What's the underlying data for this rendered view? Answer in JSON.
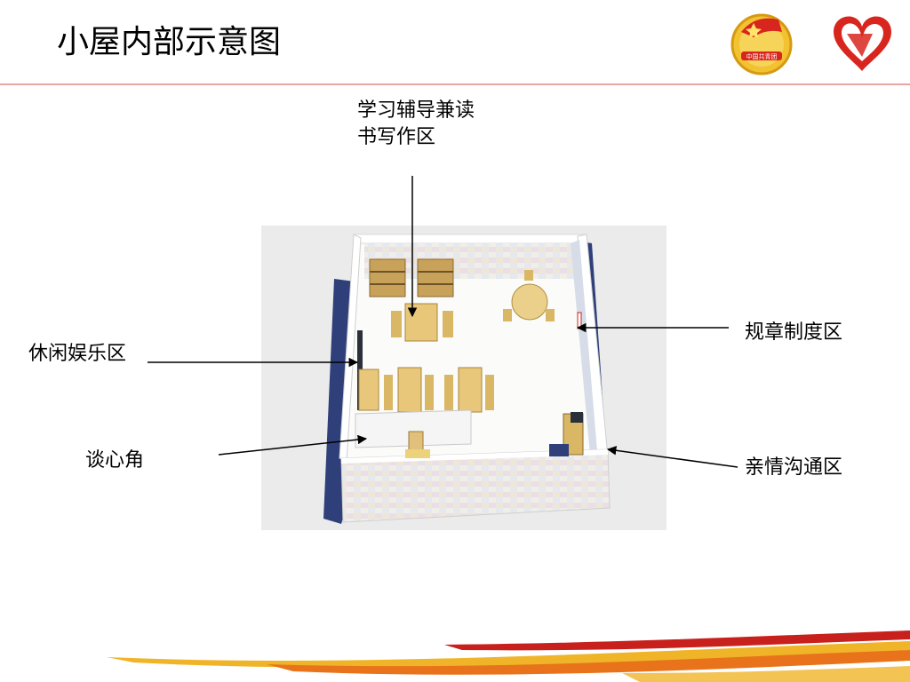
{
  "slide": {
    "title": "小屋内部示意图"
  },
  "zones": {
    "study": {
      "line1": "学习辅导兼读",
      "line2": "书写作区"
    },
    "leisure": "休闲娱乐区",
    "talk_corner": "谈心角",
    "rules": "规章制度区",
    "family": "亲情沟通区"
  },
  "logos": {
    "league_emblem_text": "中国共青团"
  },
  "colors": {
    "accent_red": "#c8201c",
    "gold": "#f0b429",
    "orange": "#e8731a",
    "leader_line": "#000000"
  }
}
